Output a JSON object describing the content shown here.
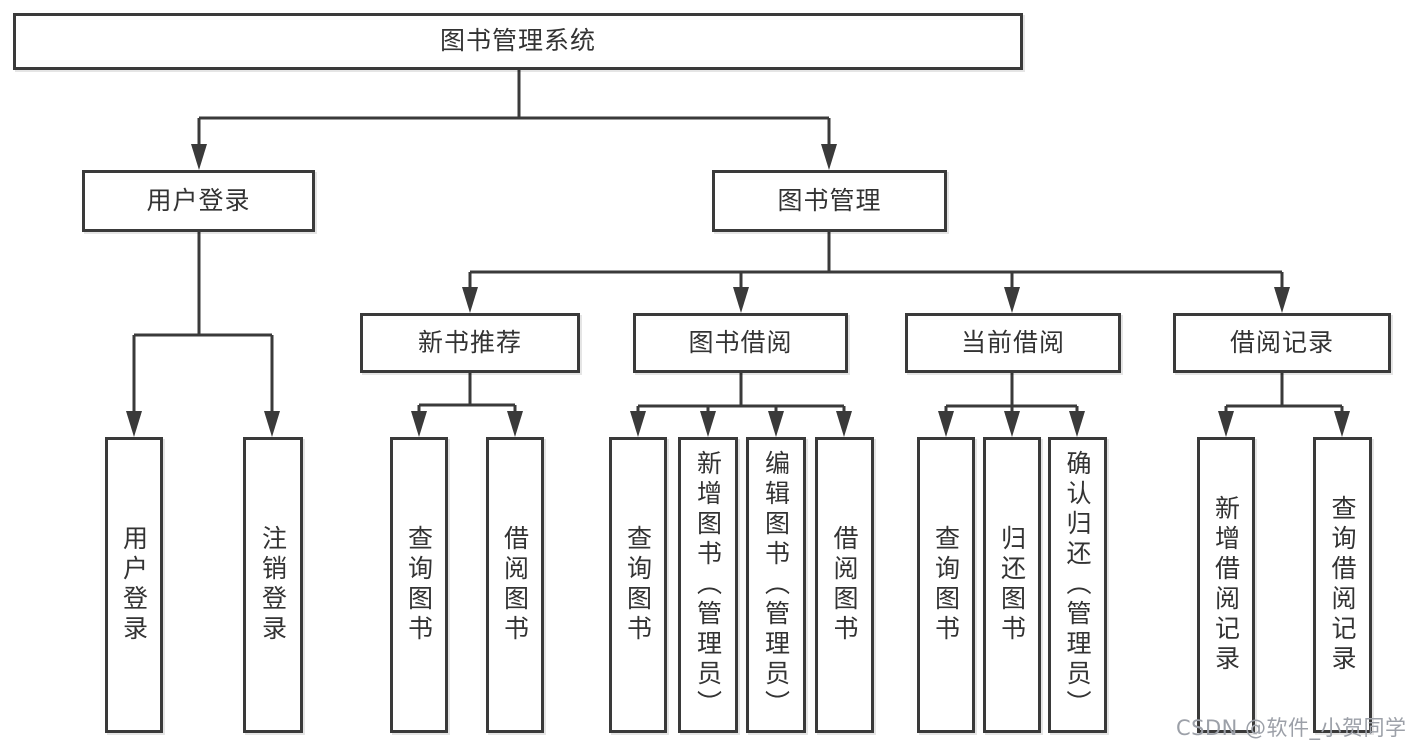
{
  "tree": {
    "root": "图书管理系统",
    "branches": [
      {
        "label": "用户登录",
        "children": [
          "用户登录",
          "注销登录"
        ]
      },
      {
        "label": "图书管理",
        "children": [
          {
            "label": "新书推荐",
            "children": [
              "查询图书",
              "借阅图书"
            ]
          },
          {
            "label": "图书借阅",
            "children": [
              "查询图书",
              "新增图书（管理员）",
              "编辑图书（管理员）",
              "借阅图书"
            ]
          },
          {
            "label": "当前借阅",
            "children": [
              "查询图书",
              "归还图书",
              "确认归还（管理员）"
            ]
          },
          {
            "label": "借阅记录",
            "children": [
              "新增借阅记录",
              "查询借阅记录"
            ]
          }
        ]
      }
    ]
  },
  "watermark": "CSDN @软件_小贺同学",
  "colors": {
    "line": "#3a3a3a",
    "text": "#333333",
    "background": "#ffffff",
    "watermark": "#9ca0a8"
  }
}
